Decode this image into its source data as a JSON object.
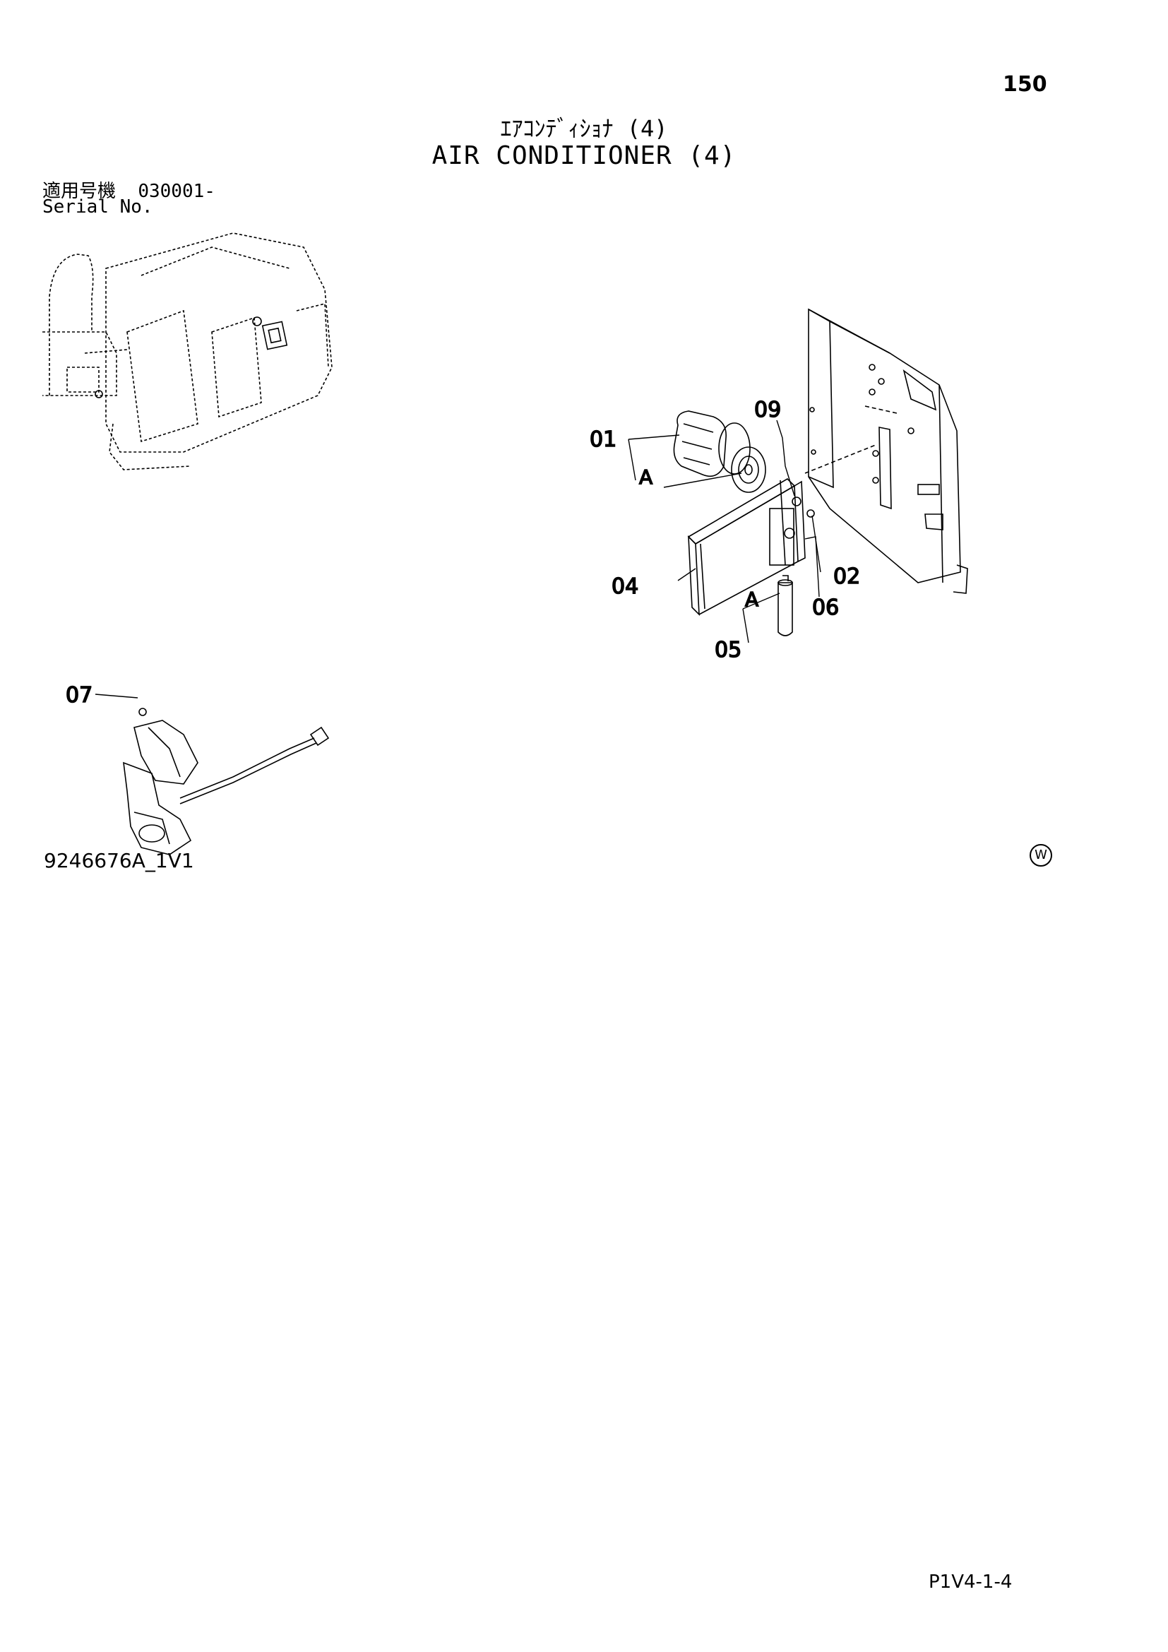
{
  "header": {
    "page_number": "150",
    "title_jp": "ｴｱｺﾝﾃﾞｨｼｮﾅ (4)",
    "title_en": "AIR CONDITIONER (4)"
  },
  "serial": {
    "label_jp": "適用号機",
    "value": "030001-",
    "label_en": "Serial No."
  },
  "callouts": {
    "c01": "01",
    "c02": "02",
    "c04": "04",
    "c05": "05",
    "c06": "06",
    "c07": "07",
    "c09": "09",
    "a1": "A",
    "a2": "A"
  },
  "footer": {
    "drawing_number": "9246676A_1V1",
    "watermark_mark": "W",
    "page_ref": "P1V4-1-4"
  }
}
